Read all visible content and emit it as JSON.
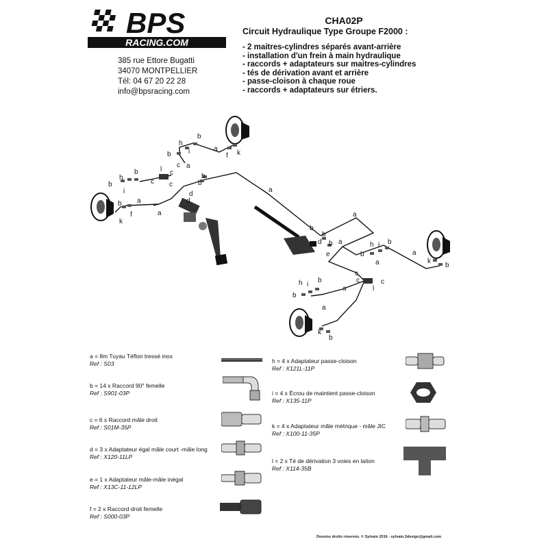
{
  "brand": {
    "logo_top": "BPS",
    "logo_bottom": "RACING.COM"
  },
  "contact": {
    "street": "385 rue Ettore Bugatti",
    "city": "34070 MONTPELLIER",
    "phone": "Tél: 04 67 20 22 28",
    "email": "info@bpsracing.com"
  },
  "product": {
    "code": "CHA02P",
    "title": "Circuit Hydraulique Type Groupe F2000 :",
    "features": [
      "- 2 maitres-cylindres séparés avant-arrière",
      "- installation d'un frein à main hydraulique",
      "- raccords + adaptateurs sur maitres-cylindres",
      "- tés de dérivation avant et arrière",
      "- passe-cloison à chaque roue",
      "- raccords + adaptateurs sur étriers."
    ]
  },
  "diagram_labels": [
    "a",
    "b",
    "c",
    "d",
    "e",
    "f",
    "h",
    "i",
    "k",
    "l"
  ],
  "legend": {
    "a": {
      "text": "a = 8m Tuyau Téflon tressé inox",
      "ref": "Ref : S03"
    },
    "b": {
      "text": "b = 14 x Raccord 90° femelle",
      "ref": "Ref : S901-03P"
    },
    "c": {
      "text": "c = 6 x Raccord mâle droit",
      "ref": "Ref : S01M-35P"
    },
    "d": {
      "text": "d = 3 x Adaptateur égal mâle court -mâle long",
      "ref": "Ref : X120-11LP"
    },
    "e": {
      "text": "e = 1 x Adaptateur mâle-mâle inégal",
      "ref": "Ref : X13C-11-12LP"
    },
    "f": {
      "text": "f = 2 x Raccord droit femelle",
      "ref": "Ref : S000-03P"
    },
    "h": {
      "text": "h = 4 x Adaptateur passe-cloison",
      "ref": "Ref : X121L-11P"
    },
    "i": {
      "text": "i = 4 x Écrou de maintient passe-cloison",
      "ref": "Ref : X135-11P"
    },
    "k": {
      "text": "k = 4 x Adaptateur mâle métrique - mâle JIC",
      "ref": "Ref : X100-11-35P"
    },
    "l": {
      "text": "l = 2 x Té de dérivation 3 voies en laiton",
      "ref": "Ref : X114-35B"
    }
  },
  "footer": "Dessins droits réservés. © Sylvain 2016 - sylvain.3design@gmail.com",
  "colors": {
    "ink": "#111111",
    "part_dark": "#333333",
    "part_light": "#d9d9d9"
  }
}
